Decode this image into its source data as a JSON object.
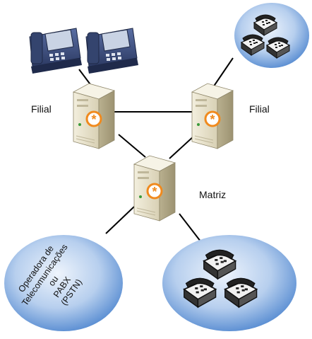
{
  "labels": {
    "filial_left": "Filial",
    "filial_right": "Filial",
    "matriz": "Matriz"
  },
  "cloud_pstn": {
    "lines": [
      "Operadora de",
      "Telecomunicações",
      "ou",
      "PABX",
      "(PSTN)"
    ]
  },
  "nodes": {
    "server_filial_left": {
      "icon": "asterisk-server-icon"
    },
    "server_filial_right": {
      "icon": "asterisk-server-icon"
    },
    "server_matriz": {
      "icon": "asterisk-server-icon"
    },
    "ip_phones": {
      "icon": "ip-phone-icon",
      "count": 2
    },
    "phone_group_top_right": {
      "icon": "analog-phone-icon",
      "count": 3
    },
    "phone_group_bottom_right": {
      "icon": "analog-phone-icon",
      "count": 3
    }
  },
  "colors": {
    "cloud_center": "#dfe9f7",
    "cloud_edge": "#5b8fd1",
    "server_body": "#e6e0c9",
    "asterisk": "#f08a1e",
    "phone_body": "#3b4a78",
    "analog_phone": "#222222",
    "link": "#000000"
  }
}
